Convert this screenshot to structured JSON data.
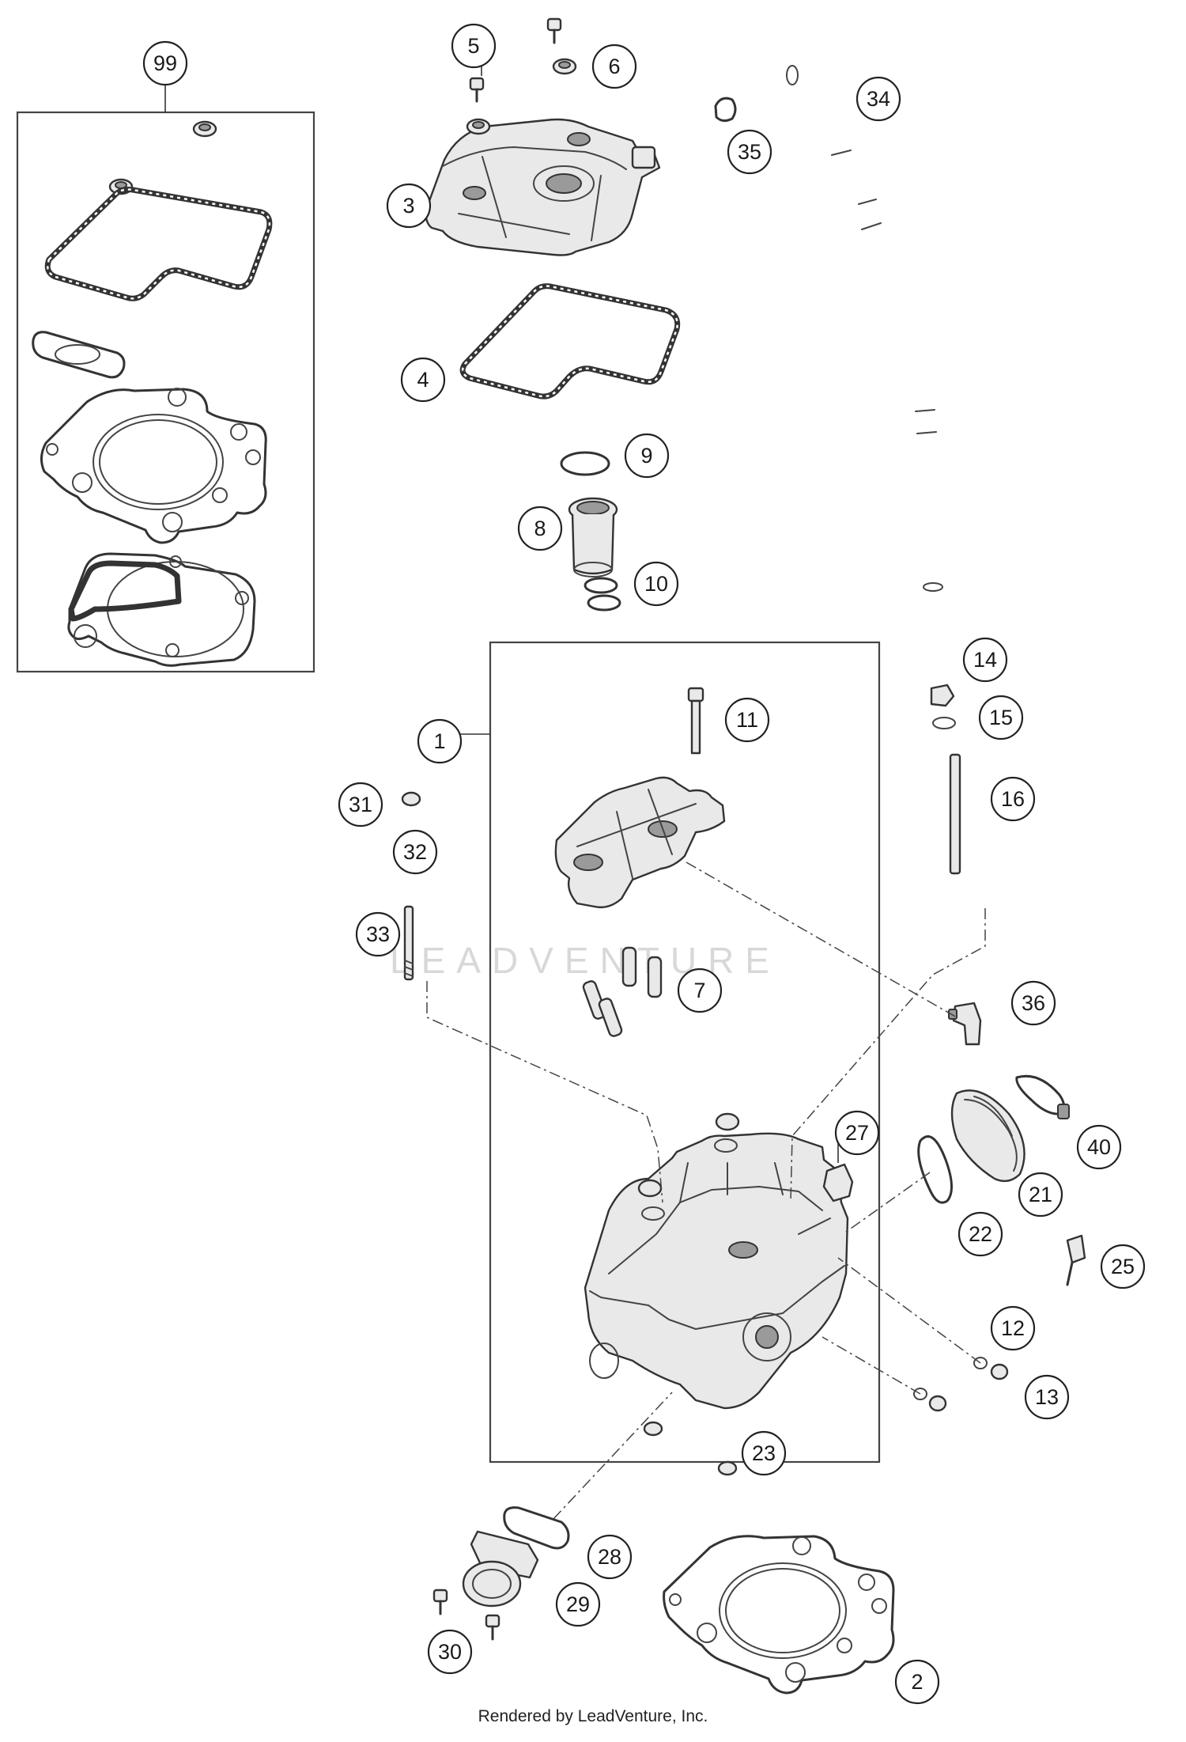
{
  "diagram": {
    "watermark": "LEADVENTURE",
    "footer_text": "Rendered by LeadVenture, Inc.",
    "callouts": [
      "99",
      "5",
      "6",
      "3",
      "4",
      "9",
      "8",
      "10",
      "34",
      "35",
      "1",
      "11",
      "31",
      "32",
      "33",
      "7",
      "14",
      "15",
      "16",
      "36",
      "27",
      "40",
      "21",
      "22",
      "25",
      "12",
      "13",
      "23",
      "28",
      "29",
      "30",
      "2"
    ]
  }
}
